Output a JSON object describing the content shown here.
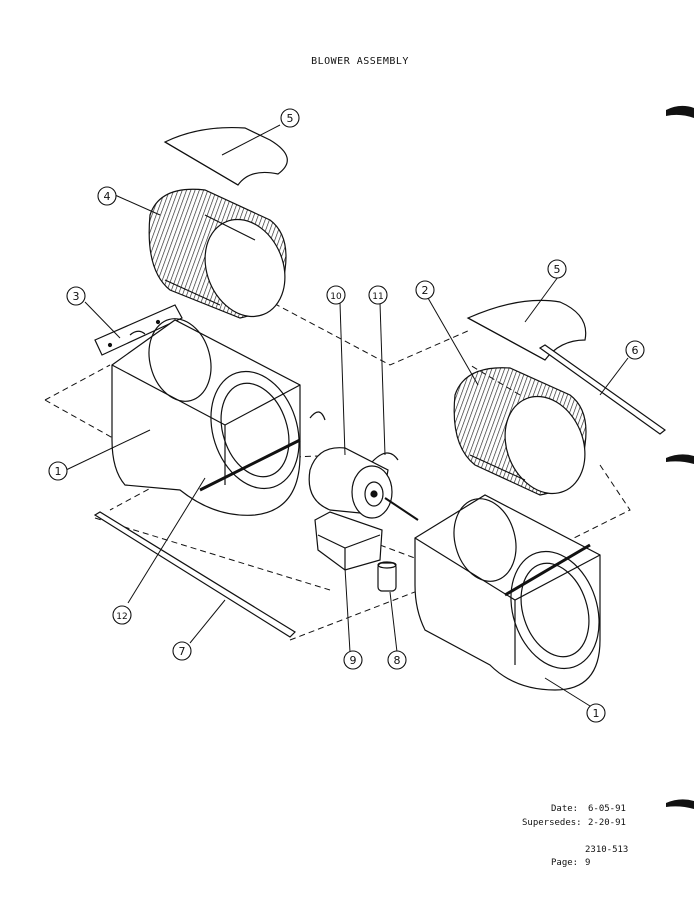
{
  "document": {
    "title": "BLOWER ASSEMBLY"
  },
  "callouts": [
    "1",
    "2",
    "3",
    "4",
    "5",
    "6",
    "7",
    "8",
    "9",
    "10",
    "11",
    "12"
  ],
  "footer": {
    "date_label": "Date:",
    "date_value": "6-05-91",
    "supersedes_label": "Supersedes:",
    "supersedes_value": "2-20-91",
    "doc_number": "2310-513",
    "page_label": "Page:",
    "page_value": "9"
  }
}
